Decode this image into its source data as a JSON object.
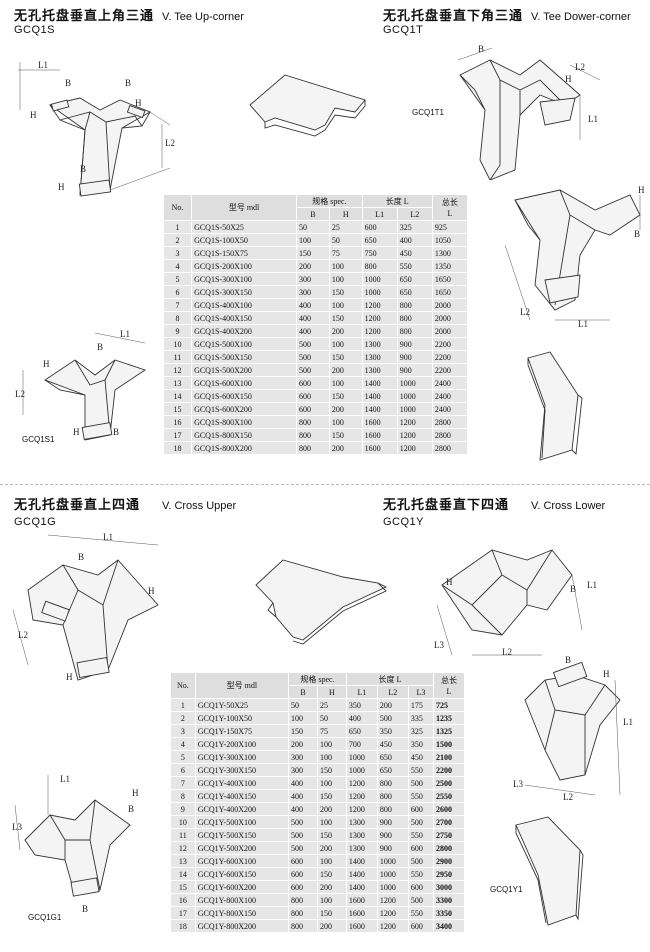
{
  "sections": {
    "tl": {
      "cn": "无孔托盘垂直上角三通",
      "en": "V. Tee Up-corner",
      "code": "GCQ1S",
      "tag": "GCQ1S1"
    },
    "tr": {
      "cn": "无孔托盘垂直下角三通",
      "en": "V. Tee Dower-corner",
      "code": "GCQ1T",
      "tag": "GCQ1T1"
    },
    "bl": {
      "cn": "无孔托盘垂直上四通",
      "en": "V. Cross Upper",
      "code": "GCQ1G",
      "tag": "GCQ1G1"
    },
    "br": {
      "cn": "无孔托盘垂直下四通",
      "en": "V. Cross Lower",
      "code": "GCQ1Y",
      "tag": "GCQ1Y1"
    }
  },
  "dim_labels": {
    "L1": "L1",
    "L2": "L2",
    "L3": "L3",
    "B": "B",
    "H": "H"
  },
  "table1": {
    "headers": {
      "no": "No.",
      "model": "型号 mdl",
      "spec": "规格 spec.",
      "b": "B",
      "h": "H",
      "len": "长度 L",
      "l1": "L1",
      "l2": "L2",
      "total": "总长",
      "total_l": "L"
    },
    "rows": [
      [
        "1",
        "GCQ1S-50X25",
        "50",
        "25",
        "600",
        "325",
        "925"
      ],
      [
        "2",
        "GCQ1S-100X50",
        "100",
        "50",
        "650",
        "400",
        "1050"
      ],
      [
        "3",
        "GCQ1S-150X75",
        "150",
        "75",
        "750",
        "450",
        "1300"
      ],
      [
        "4",
        "GCQ1S-200X100",
        "200",
        "100",
        "800",
        "550",
        "1350"
      ],
      [
        "5",
        "GCQ1S-300X100",
        "300",
        "100",
        "1000",
        "650",
        "1650"
      ],
      [
        "6",
        "GCQ1S-300X150",
        "300",
        "150",
        "1000",
        "650",
        "1650"
      ],
      [
        "7",
        "GCQ1S-400X100",
        "400",
        "100",
        "1200",
        "800",
        "2000"
      ],
      [
        "8",
        "GCQ1S-400X150",
        "400",
        "150",
        "1200",
        "800",
        "2000"
      ],
      [
        "9",
        "GCQ1S-400X200",
        "400",
        "200",
        "1200",
        "800",
        "2000"
      ],
      [
        "10",
        "GCQ1S-500X100",
        "500",
        "100",
        "1300",
        "900",
        "2200"
      ],
      [
        "11",
        "GCQ1S-500X150",
        "500",
        "150",
        "1300",
        "900",
        "2200"
      ],
      [
        "12",
        "GCQ1S-500X200",
        "500",
        "200",
        "1300",
        "900",
        "2200"
      ],
      [
        "13",
        "GCQ1S-600X100",
        "600",
        "100",
        "1400",
        "1000",
        "2400"
      ],
      [
        "14",
        "GCQ1S-600X150",
        "600",
        "150",
        "1400",
        "1000",
        "2400"
      ],
      [
        "15",
        "GCQ1S-600X200",
        "600",
        "200",
        "1400",
        "1000",
        "2400"
      ],
      [
        "16",
        "GCQ1S-800X100",
        "800",
        "100",
        "1600",
        "1200",
        "2800"
      ],
      [
        "17",
        "GCQ1S-800X150",
        "800",
        "150",
        "1600",
        "1200",
        "2800"
      ],
      [
        "18",
        "GCQ1S-800X200",
        "800",
        "200",
        "1600",
        "1200",
        "2800"
      ]
    ]
  },
  "table2": {
    "headers": {
      "no": "No.",
      "model": "型号 mdl",
      "spec": "规格 spec.",
      "b": "B",
      "h": "H",
      "len": "长度 L",
      "l1": "L1",
      "l2": "L2",
      "l3": "L3",
      "total": "总长",
      "total_l": "L"
    },
    "rows": [
      [
        "1",
        "GCQ1Y-50X25",
        "50",
        "25",
        "350",
        "200",
        "175",
        "725"
      ],
      [
        "2",
        "GCQ1Y-100X50",
        "100",
        "50",
        "400",
        "500",
        "335",
        "1235"
      ],
      [
        "3",
        "GCQ1Y-150X75",
        "150",
        "75",
        "650",
        "350",
        "325",
        "1325"
      ],
      [
        "4",
        "GCQ1Y-200X100",
        "200",
        "100",
        "700",
        "450",
        "350",
        "1500"
      ],
      [
        "5",
        "GCQ1Y-300X100",
        "300",
        "100",
        "1000",
        "650",
        "450",
        "2100"
      ],
      [
        "6",
        "GCQ1Y-300X150",
        "300",
        "150",
        "1000",
        "650",
        "550",
        "2200"
      ],
      [
        "7",
        "GCQ1Y-400X100",
        "400",
        "100",
        "1200",
        "800",
        "500",
        "2500"
      ],
      [
        "8",
        "GCQ1Y-400X150",
        "400",
        "150",
        "1200",
        "800",
        "550",
        "2550"
      ],
      [
        "9",
        "GCQ1Y-400X200",
        "400",
        "200",
        "1200",
        "800",
        "600",
        "2600"
      ],
      [
        "10",
        "GCQ1Y-500X100",
        "500",
        "100",
        "1300",
        "900",
        "500",
        "2700"
      ],
      [
        "11",
        "GCQ1Y-500X150",
        "500",
        "150",
        "1300",
        "900",
        "550",
        "2750"
      ],
      [
        "12",
        "GCQ1Y-500X200",
        "500",
        "200",
        "1300",
        "900",
        "600",
        "2800"
      ],
      [
        "13",
        "GCQ1Y-600X100",
        "600",
        "100",
        "1400",
        "1000",
        "500",
        "2900"
      ],
      [
        "14",
        "GCQ1Y-600X150",
        "600",
        "150",
        "1400",
        "1000",
        "550",
        "2950"
      ],
      [
        "15",
        "GCQ1Y-600X200",
        "600",
        "200",
        "1400",
        "1000",
        "600",
        "3000"
      ],
      [
        "16",
        "GCQ1Y-800X100",
        "800",
        "100",
        "1600",
        "1200",
        "500",
        "3300"
      ],
      [
        "17",
        "GCQ1Y-800X150",
        "800",
        "150",
        "1600",
        "1200",
        "550",
        "3350"
      ],
      [
        "18",
        "GCQ1Y-800X200",
        "800",
        "200",
        "1600",
        "1200",
        "600",
        "3400"
      ]
    ]
  }
}
